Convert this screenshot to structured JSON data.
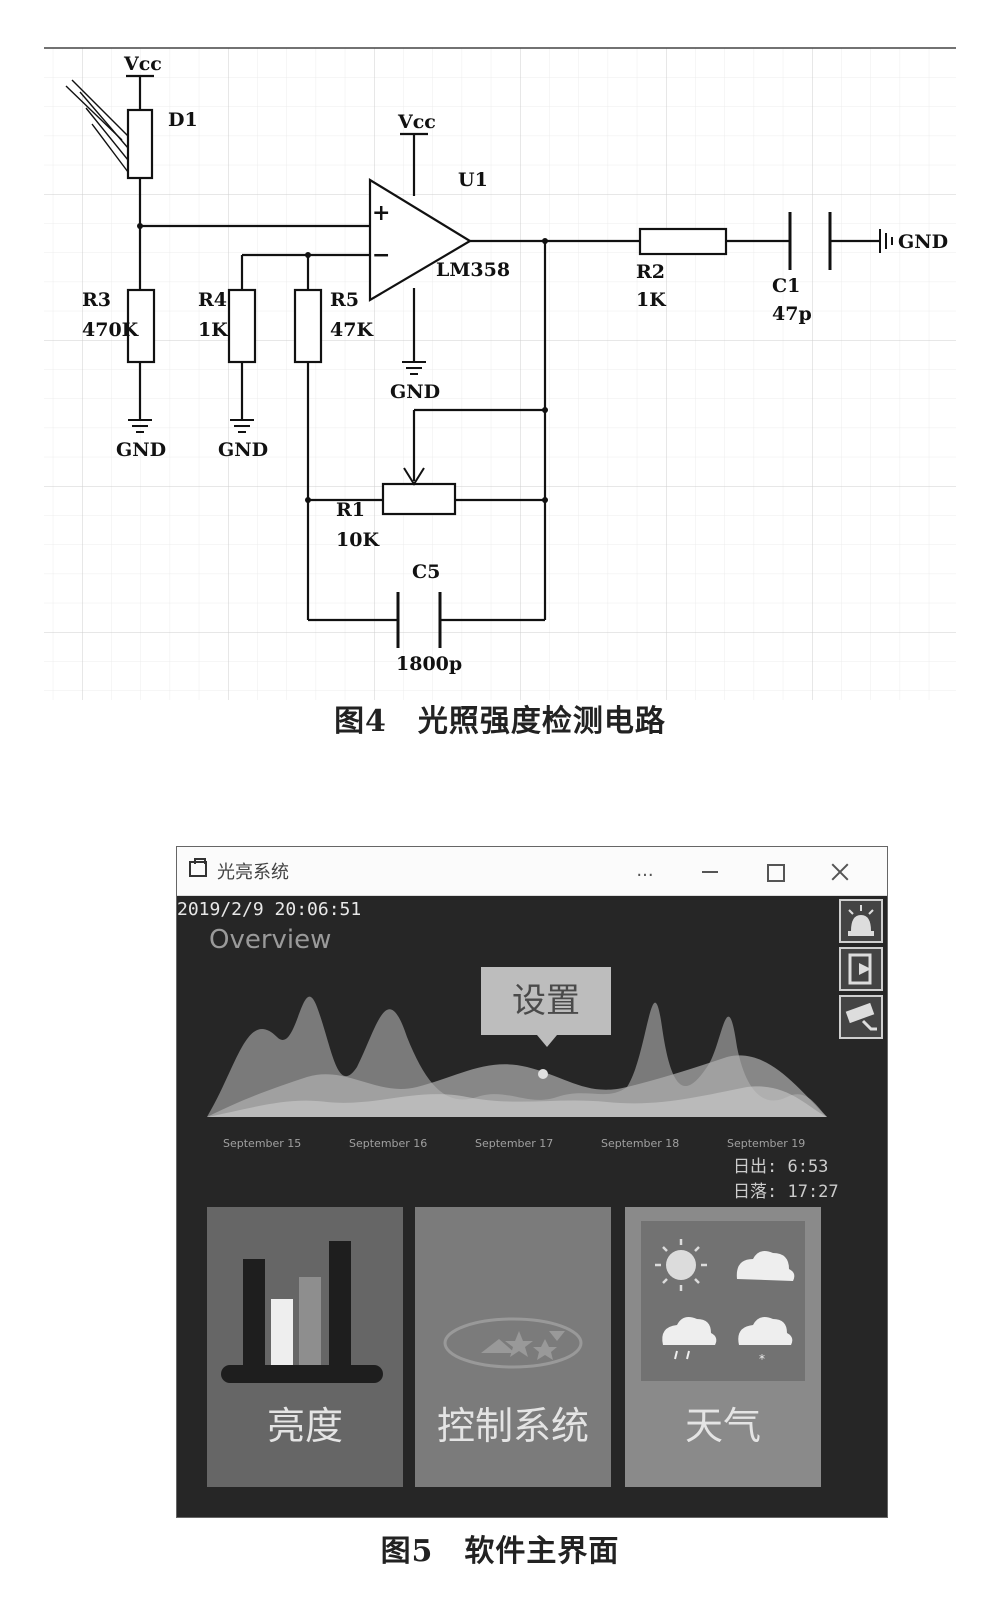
{
  "figure4": {
    "caption": "图4　光照强度检测电路",
    "labels": {
      "vcc_left": "Vcc",
      "vcc_amp": "Vcc",
      "d1": "D1",
      "u1": "U1",
      "opamp": "LM358",
      "plus": "+",
      "minus": "−",
      "r3_name": "R3",
      "r3_value": "470K",
      "r4_name": "R4",
      "r4_value": "1K",
      "r5_name": "R5",
      "r5_value": "47K",
      "r2_name": "R2",
      "r2_value": "1K",
      "c1_name": "C1",
      "c1_value": "47p",
      "r1_name": "R1",
      "r1_value": "10K",
      "c5_name": "C5",
      "c5_value": "1800p",
      "gnd1": "GND",
      "gnd2": "GND",
      "gnd3": "GND",
      "gnd_right": "GND"
    }
  },
  "figure5": {
    "caption": "图5　软件主界面",
    "window": {
      "title": "光亮系统",
      "more_label": "...",
      "datetime": "2019/2/9 20:06:51",
      "overview": "Overview",
      "tooltip": "设置",
      "dates": [
        "September 15",
        "September 16",
        "September 17",
        "September 18",
        "September 19"
      ],
      "sunrise": "日出: 6:53",
      "sunset": "日落: 17:27",
      "tiles": {
        "brightness": "亮度",
        "control": "控制系统",
        "weather": "天气"
      },
      "side_icons": [
        "alarm-light-icon",
        "exit-door-icon",
        "camera-icon"
      ],
      "colors": {
        "background": "#262626",
        "tile_brightness": "#666666",
        "tile_control": "#7b7b7b",
        "tile_weather": "#8a8a8a"
      }
    }
  }
}
